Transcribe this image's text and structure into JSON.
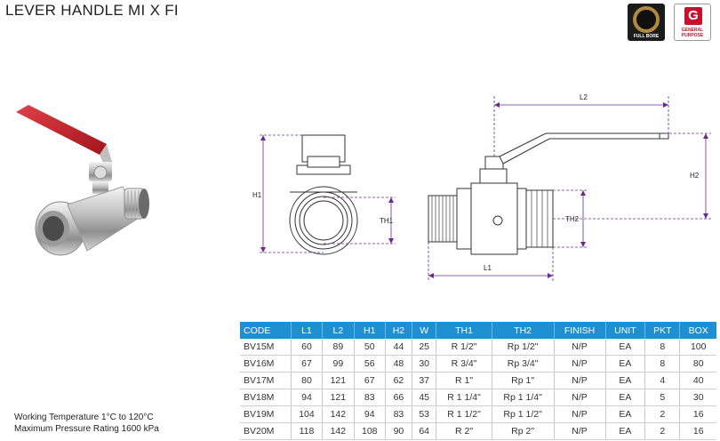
{
  "title": "LEVER HANDLE MI X FI",
  "badges": {
    "fullbore_label": "FULL BORE",
    "general_letter": "G",
    "general_label_1": "GENERAL",
    "general_label_2": "PURPOSE"
  },
  "dimension_labels": {
    "h1": "H1",
    "l2": "L2",
    "h2": "H2",
    "th1": "TH1",
    "th2": "TH2",
    "l1": "L1"
  },
  "colors": {
    "header_blue": "#1e8fd0",
    "handle_red": "#c8202a",
    "brass_nickel": "#c9c9c9"
  },
  "table": {
    "headers": [
      "CODE",
      "L1",
      "L2",
      "H1",
      "H2",
      "W",
      "TH1",
      "TH2",
      "FINISH",
      "UNIT",
      "PKT",
      "BOX"
    ],
    "rows": [
      [
        "BV15M",
        "60",
        "89",
        "50",
        "44",
        "25",
        "R 1/2\"",
        "Rp 1/2\"",
        "N/P",
        "EA",
        "8",
        "100"
      ],
      [
        "BV16M",
        "67",
        "99",
        "56",
        "48",
        "30",
        "R 3/4\"",
        "Rp 3/4\"",
        "N/P",
        "EA",
        "8",
        "80"
      ],
      [
        "BV17M",
        "80",
        "121",
        "67",
        "62",
        "37",
        "R 1\"",
        "Rp 1\"",
        "N/P",
        "EA",
        "4",
        "40"
      ],
      [
        "BV18M",
        "94",
        "121",
        "83",
        "66",
        "45",
        "R 1 1/4\"",
        "Rp 1 1/4\"",
        "N/P",
        "EA",
        "5",
        "30"
      ],
      [
        "BV19M",
        "104",
        "142",
        "94",
        "83",
        "53",
        "R 1 1/2\"",
        "Rp 1 1/2\"",
        "N/P",
        "EA",
        "2",
        "16"
      ],
      [
        "BV20M",
        "118",
        "142",
        "108",
        "90",
        "64",
        "R 2\"",
        "Rp 2\"",
        "N/P",
        "EA",
        "2",
        "16"
      ]
    ]
  },
  "notes": {
    "working_temperature": "Working Temperature  1°C to 120°C",
    "max_pressure": "Maximum Pressure Rating  1600 kPa"
  }
}
